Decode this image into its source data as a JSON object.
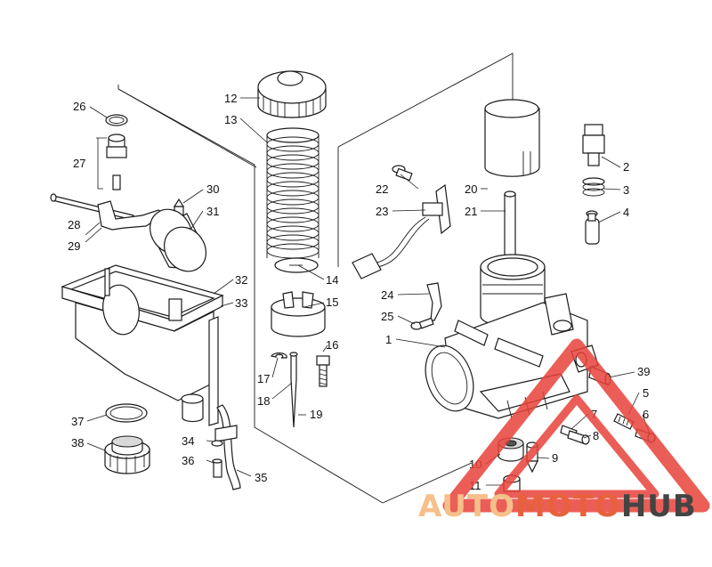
{
  "callouts": [
    "1",
    "2",
    "3",
    "4",
    "5",
    "6",
    "7",
    "8",
    "9",
    "10",
    "11",
    "12",
    "13",
    "14",
    "15",
    "16",
    "17",
    "18",
    "19",
    "20",
    "21",
    "22",
    "23",
    "24",
    "25",
    "26",
    "27",
    "28",
    "29",
    "30",
    "31",
    "32",
    "33",
    "34",
    "35",
    "36",
    "37",
    "38",
    "39"
  ],
  "watermark": {
    "part1": "AUTO",
    "part2": "MOTO",
    "part3": "HUB",
    "color1": "#f5c08a",
    "color2": "#e8613f",
    "color3": "#444444",
    "triangle_color": "#e8433a"
  }
}
